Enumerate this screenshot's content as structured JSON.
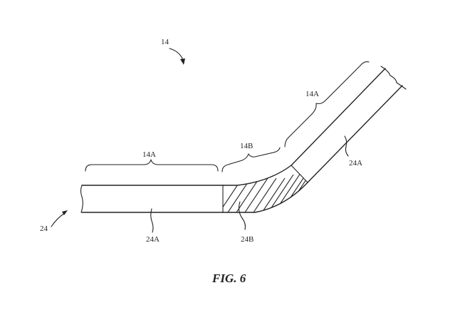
{
  "figure": {
    "caption": "FIG. 6",
    "labels": {
      "ref_14": "14",
      "ref_14a_left": "14A",
      "ref_14b": "14B",
      "ref_14a_right": "14A",
      "ref_24": "24",
      "ref_24a_left": "24A",
      "ref_24b": "24B",
      "ref_24a_right": "24A"
    }
  }
}
